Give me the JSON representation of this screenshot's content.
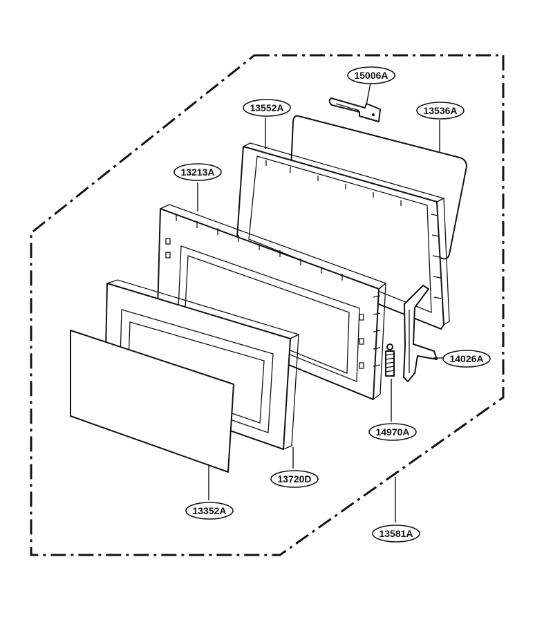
{
  "diagram": {
    "labels": {
      "p15006A": "15006A",
      "p13552A": "13552A",
      "p13536A": "13536A",
      "p13213A": "13213A",
      "p14026A": "14026A",
      "p14970A": "14970A",
      "p13720D": "13720D",
      "p13352A": "13352A",
      "p13581A": "13581A"
    }
  }
}
